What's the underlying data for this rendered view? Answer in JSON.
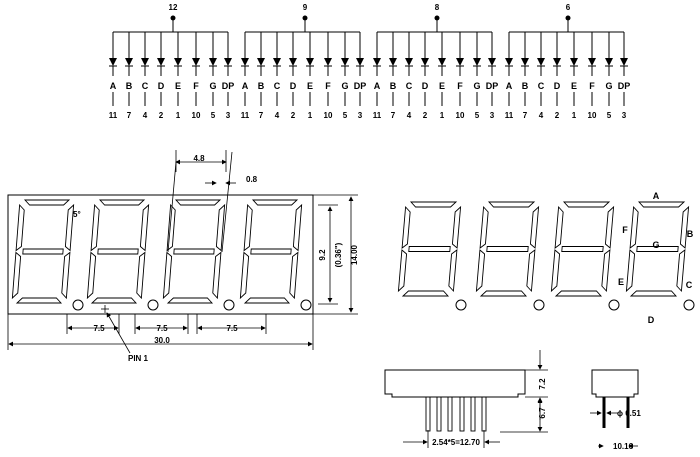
{
  "schematic": {
    "commons": [
      "12",
      "9",
      "8",
      "6"
    ],
    "segment_labels": [
      "A",
      "B",
      "C",
      "D",
      "E",
      "F",
      "G",
      "DP"
    ],
    "pin_numbers": [
      "11",
      "7",
      "4",
      "2",
      "1",
      "10",
      "5",
      "3"
    ]
  },
  "front_view": {
    "dim_digit_width": "4.8",
    "dim_segment_thickness": "0.8",
    "dim_slant": "5°",
    "dim_char_height": "9.2",
    "dim_char_height_inch": "(0.36\")",
    "dim_body_height": "14.00",
    "dim_pitch": [
      "7.5",
      "7.5",
      "7.5"
    ],
    "dim_body_length": "30.0",
    "pin1_label": "PIN 1"
  },
  "segment_view": {
    "labels": {
      "a": "A",
      "b": "B",
      "c": "C",
      "d": "D",
      "e": "E",
      "f": "F",
      "g": "G"
    }
  },
  "side_view": {
    "dim_height": "7.2",
    "dim_pin_length": "6.7",
    "dim_pin_spacing": "2.54*5=12.70"
  },
  "end_view": {
    "dim_pin_dia": "ϕ 0.51",
    "dim_row_spacing": "10.16"
  }
}
